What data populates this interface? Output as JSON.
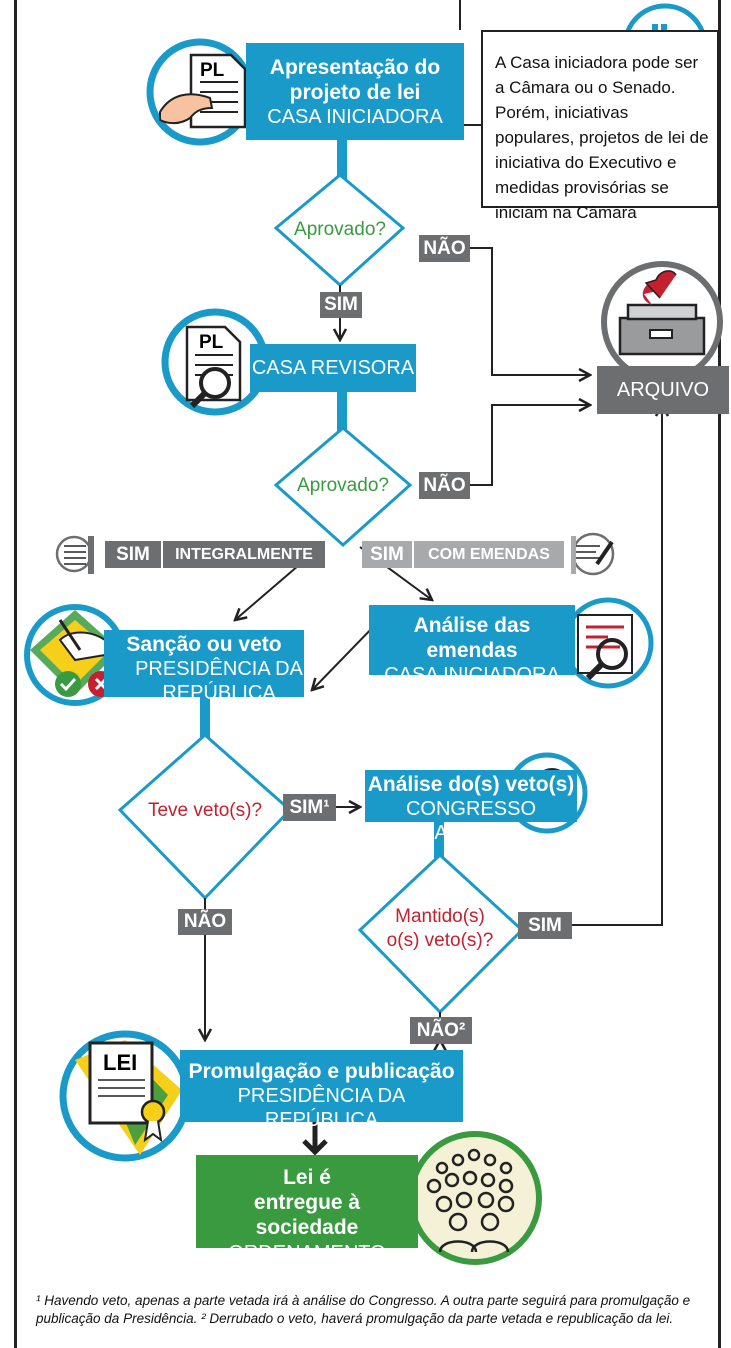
{
  "nodes": {
    "apresentacao": {
      "title": "Apresentação do projeto de lei",
      "subtitle": "CASA INICIADORA"
    },
    "revisora": {
      "subtitle": "CASA REVISORA"
    },
    "arquivo": {
      "label": "ARQUIVO"
    },
    "analise_emendas": {
      "title": "Análise das emendas",
      "subtitle": "CASA INICIADORA"
    },
    "sancao": {
      "title": "Sanção ou veto",
      "subtitle": "PRESIDÊNCIA DA REPÚBLICA"
    },
    "analise_vetos": {
      "title": "Análise do(s) veto(s)",
      "subtitle": "CONGRESSO NACIONAL"
    },
    "promulgacao": {
      "title": "Promulgação e publicação",
      "subtitle": "PRESIDÊNCIA DA REPÚBLICA"
    },
    "lei": {
      "title": "Lei é entregue à sociedade",
      "subtitle": "ORDENAMENTO JURÍDICO"
    }
  },
  "decisions": {
    "aprovado1": "Aprovado?",
    "aprovado2": "Aprovado?",
    "teve_veto": "Teve veto(s)?",
    "mantido": "Mantido(s) o(s) veto(s)?"
  },
  "edges": {
    "sim": "SIM",
    "nao": "NÃO",
    "integralmente": "INTEGRALMENTE",
    "com_emendas": "COM EMENDAS",
    "sim1": "SIM¹",
    "nao2": "NÃO²"
  },
  "icons": {
    "pl_label": "PL",
    "lei_label": "LEI"
  },
  "note": "A Casa iniciadora pode ser a Câmara ou o Senado. Porém, iniciativas populares, projetos de lei de iniciativa do Executivo e medidas provisórias se iniciam na Câmara",
  "footnotes": {
    "f1": "¹ Havendo veto, apenas a parte vetada irá à análise do Congresso. A outra parte seguirá para promulgação e publicação da Presidência.",
    "f2": "² Derrubado o veto, haverá promulgação da parte vetada e republicação da lei."
  },
  "colors": {
    "blue": "#1a9ac9",
    "green": "#3a9a3f",
    "grey": "#6d6e70",
    "red": "#c4202f"
  }
}
